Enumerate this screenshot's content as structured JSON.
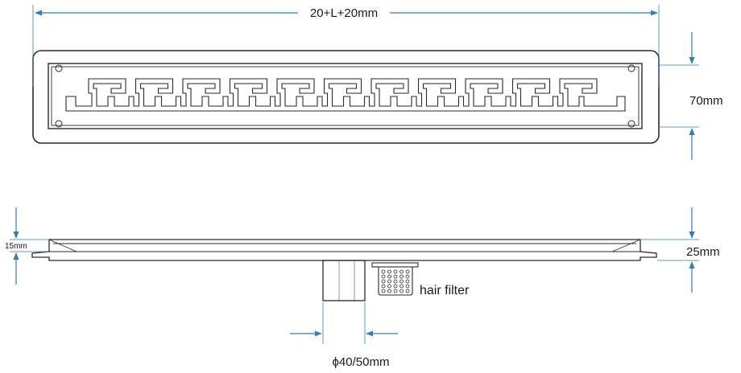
{
  "top_view": {
    "width_label": "20+L+20mm",
    "height_label": "70mm"
  },
  "side_view": {
    "rim_label": "15mm",
    "height_label": "25mm",
    "outlet_label": "ϕ40/50mm",
    "filter_label": "hair filter"
  },
  "colors": {
    "dimension": "#2f7fb9",
    "outline": "#2a2a2a",
    "text": "#1a1a1a"
  }
}
